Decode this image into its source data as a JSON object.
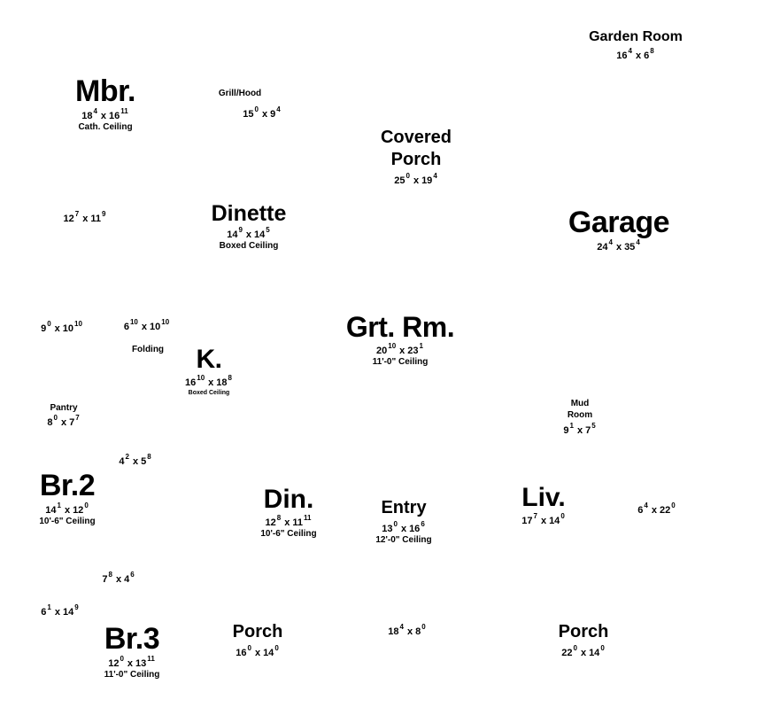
{
  "labels": {
    "garden_room": {
      "name": "Garden Room",
      "w": "16",
      "w_in": "4",
      "d": "6",
      "d_in": "8"
    },
    "mbr": {
      "name": "Mbr.",
      "w": "18",
      "w_in": "4",
      "d": "16",
      "d_in": "11",
      "note": "Cath. Ceiling"
    },
    "grill_hood": {
      "name": "Grill/Hood",
      "w": "15",
      "w_in": "0",
      "d": "9",
      "d_in": "4"
    },
    "covered_porch": {
      "name_line1": "Covered",
      "name_line2": "Porch",
      "w": "25",
      "w_in": "0",
      "d": "19",
      "d_in": "4"
    },
    "closet_12x11": {
      "w": "12",
      "w_in": "7",
      "d": "11",
      "d_in": "9"
    },
    "dinette": {
      "name": "Dinette",
      "w": "14",
      "w_in": "9",
      "d": "14",
      "d_in": "5",
      "note": "Boxed Ceiling"
    },
    "garage": {
      "name": "Garage",
      "w": "24",
      "w_in": "4",
      "d": "35",
      "d_in": "4"
    },
    "space_9x10": {
      "w": "9",
      "w_in": "0",
      "d": "10",
      "d_in": "10"
    },
    "space_6x10": {
      "w": "6",
      "w_in": "10",
      "d": "10",
      "d_in": "10"
    },
    "folding": {
      "name": "Folding"
    },
    "kitchen": {
      "name": "K.",
      "w": "16",
      "w_in": "10",
      "d": "18",
      "d_in": "8",
      "note": "Boxed Ceiling"
    },
    "great_room": {
      "name": "Grt. Rm.",
      "w": "20",
      "w_in": "10",
      "d": "23",
      "d_in": "1",
      "note": "11'-0\" Ceiling"
    },
    "mud_room": {
      "name_line1": "Mud",
      "name_line2": "Room",
      "w": "9",
      "w_in": "1",
      "d": "7",
      "d_in": "5"
    },
    "pantry": {
      "name": "Pantry",
      "w": "8",
      "w_in": "0",
      "d": "7",
      "d_in": "7"
    },
    "space_4x5": {
      "w": "4",
      "w_in": "2",
      "d": "5",
      "d_in": "8"
    },
    "br2": {
      "name": "Br.2",
      "w": "14",
      "w_in": "1",
      "d": "12",
      "d_in": "0",
      "note": "10'-6\" Ceiling"
    },
    "dining": {
      "name": "Din.",
      "w": "12",
      "w_in": "8",
      "d": "11",
      "d_in": "11",
      "note": "10'-6\" Ceiling"
    },
    "entry": {
      "name": "Entry",
      "w": "13",
      "w_in": "0",
      "d": "16",
      "d_in": "6",
      "note": "12'-0\" Ceiling"
    },
    "living": {
      "name": "Liv.",
      "w": "17",
      "w_in": "7",
      "d": "14",
      "d_in": "0"
    },
    "space_6x22": {
      "w": "6",
      "w_in": "4",
      "d": "22",
      "d_in": "0"
    },
    "space_7x4": {
      "w": "7",
      "w_in": "8",
      "d": "4",
      "d_in": "6"
    },
    "space_6x14": {
      "w": "6",
      "w_in": "1",
      "d": "14",
      "d_in": "9"
    },
    "br3": {
      "name": "Br.3",
      "w": "12",
      "w_in": "0",
      "d": "13",
      "d_in": "11",
      "note": "11'-0\" Ceiling"
    },
    "porch_front_left": {
      "name": "Porch",
      "w": "16",
      "w_in": "0",
      "d": "14",
      "d_in": "0"
    },
    "space_18x8": {
      "w": "18",
      "w_in": "4",
      "d": "8",
      "d_in": "0"
    },
    "porch_front_right": {
      "name": "Porch",
      "w": "22",
      "w_in": "0",
      "d": "14",
      "d_in": "0"
    }
  }
}
